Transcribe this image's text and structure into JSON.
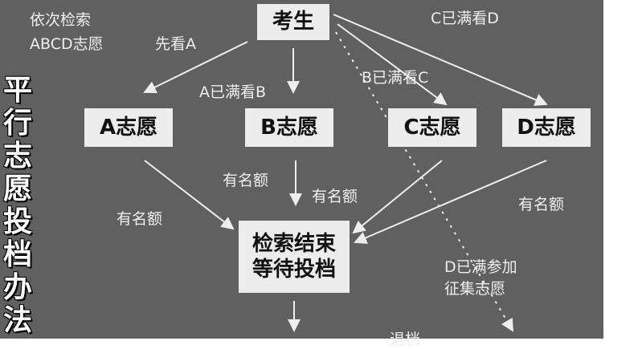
{
  "title": "平行志愿投档办法",
  "note": {
    "line1": "依次检索",
    "line2": "ABCD志愿"
  },
  "nodes": {
    "student": "考生",
    "a": "A志愿",
    "b": "B志愿",
    "c": "C志愿",
    "d": "D志愿",
    "end_line1": "检索结束",
    "end_line2": "等待投档"
  },
  "labels": {
    "first_a": "先看A",
    "a_full": "A已满看B",
    "b_full": "B已满看C",
    "c_full": "C已满看D",
    "quota_a": "有名额",
    "quota_b1": "有名额",
    "quota_b2": "有名额",
    "quota_d": "有名额",
    "d_full_line1": "D已满参加",
    "d_full_line2": "征集志愿",
    "reject": "退档"
  }
}
